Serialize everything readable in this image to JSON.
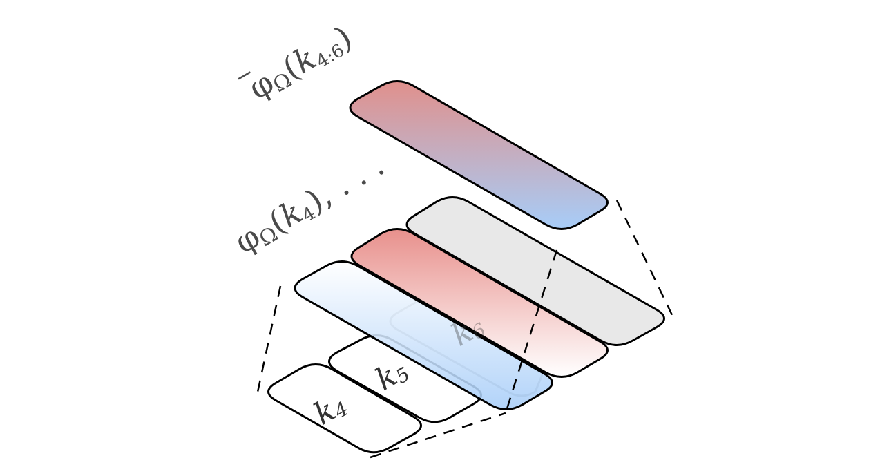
{
  "labels": {
    "pooled": {
      "phi": "φ",
      "omega": "Ω",
      "open": "(",
      "k": "k",
      "sub": "4:6",
      "close": ")"
    },
    "single": {
      "phi": "φ",
      "omega": "Ω",
      "open": "(",
      "k": "k",
      "sub": "4",
      "close": ")",
      "trailing": ", . . ."
    }
  },
  "tokens": [
    {
      "base": "k",
      "sub": "4"
    },
    {
      "base": "k",
      "sub": "5"
    },
    {
      "base": "k",
      "sub": "6"
    }
  ],
  "colors": {
    "red": "#e8908c",
    "blue": "#a7cdf8",
    "gray": "#e8e8e8",
    "white": "#ffffff",
    "text": "#4a4a4a"
  }
}
